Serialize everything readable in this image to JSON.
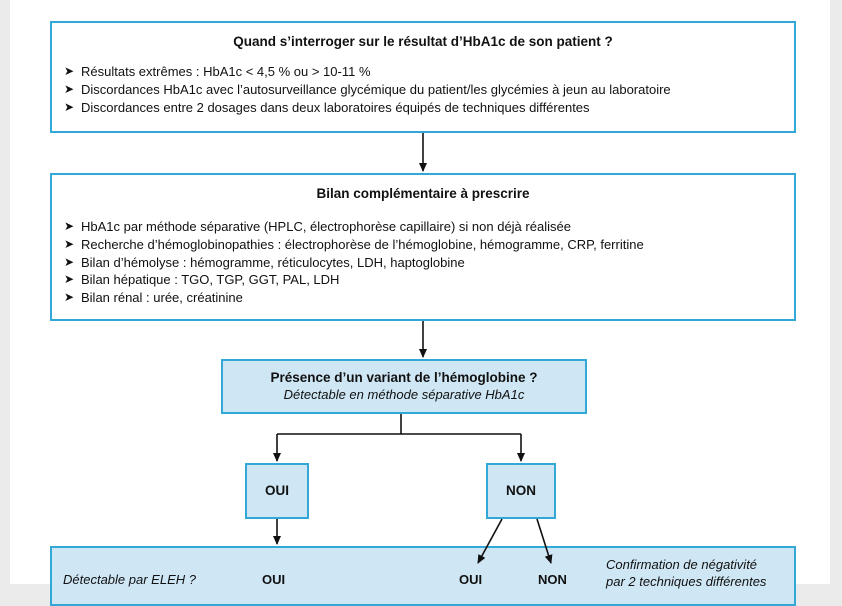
{
  "box1": {
    "title": "Quand s’interroger sur le résultat d’HbA1c de son patient ?",
    "bullet": "➤",
    "items": [
      "Résultats extrêmes : HbA1c < 4,5 % ou > 10-11 %",
      "Discordances HbA1c avec l’autosurveillance glycémique du patient/les glycémies à jeun au laboratoire",
      "Discordances entre 2 dosages dans deux laboratoires équipés de techniques différentes"
    ]
  },
  "box2": {
    "title": "Bilan complémentaire à prescrire",
    "items": [
      "HbA1c par méthode séparative (HPLC, électrophorèse capillaire) si non déjà réalisée",
      "Recherche d’hémoglobinopathies : électrophorèse de l’hémoglobine, hémogramme, CRP, ferritine",
      "Bilan d’hémolyse : hémogramme, réticulocytes, LDH, haptoglobine",
      "Bilan hépatique : TGO, TGP, GGT, PAL, LDH",
      "Bilan rénal : urée, créatinine"
    ]
  },
  "box3": {
    "title": "Présence d’un variant de l’hémoglobine ?",
    "subtitle": "Détectable en méthode séparative HbA1c"
  },
  "branch_oui": "OUI",
  "branch_non": "NON",
  "bottom": {
    "question": "Détectable par ELEH ?",
    "left_answer": "OUI",
    "mid_oui": "OUI",
    "mid_non": "NON",
    "note_line1": "Confirmation de négativité",
    "note_line2": "par 2 techniques différentes"
  },
  "colors": {
    "border": "#33a8d6",
    "fill": "#cfe7f5",
    "line": "#111111"
  }
}
